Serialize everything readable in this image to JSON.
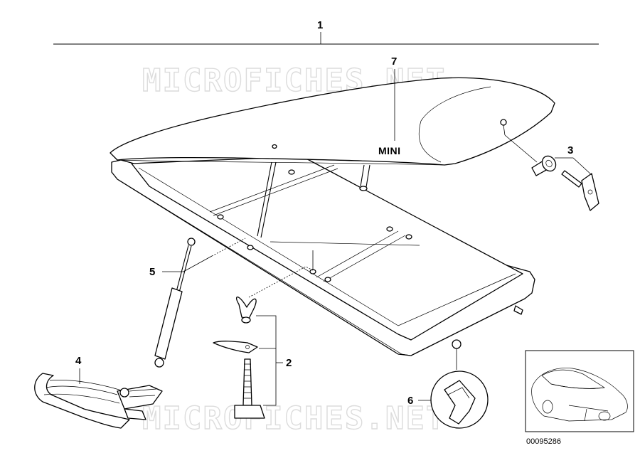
{
  "watermark": "MICROFICHES.NET",
  "callouts": {
    "assembly": "1",
    "mount_kit": "2",
    "lock_and_key": "3",
    "tie_down_strap": "4",
    "gas_strut": "5",
    "latch": "6",
    "lid_badge": "7"
  },
  "brand_label": "MINI",
  "diagram_number": "00095286"
}
